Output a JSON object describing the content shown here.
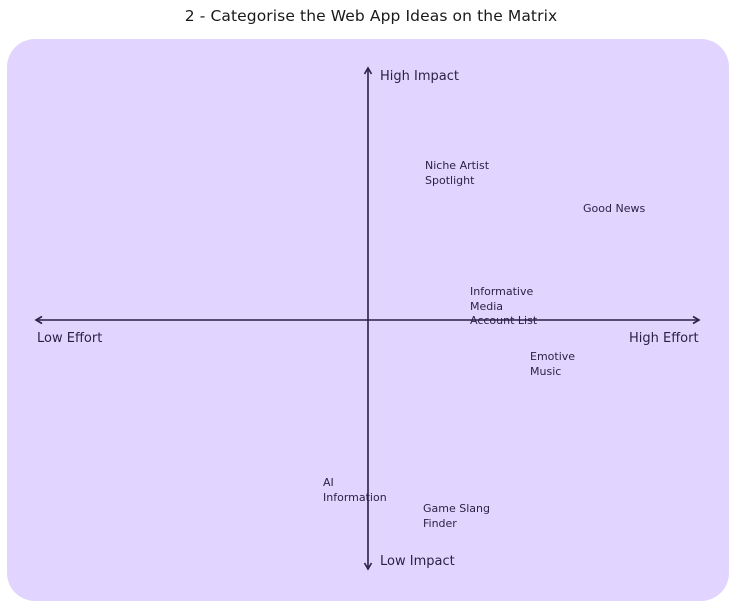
{
  "title": "2 - Categorise the Web App Ideas on the Matrix",
  "axes": {
    "high_impact": "High Impact",
    "low_impact": "Low Impact",
    "low_effort": "Low Effort",
    "high_effort": "High Effort"
  },
  "ideas": [
    {
      "label": "Niche Artist\nSpotlight"
    },
    {
      "label": "Good News"
    },
    {
      "label": "Informative\nMedia\nAccount List"
    },
    {
      "label": "Emotive\nMusic"
    },
    {
      "label": "AI\nInformation"
    },
    {
      "label": "Game Slang\nFinder"
    }
  ],
  "colors": {
    "board": "#e1d5ff",
    "axis": "#2a1f45",
    "text": "#2a1f45"
  }
}
